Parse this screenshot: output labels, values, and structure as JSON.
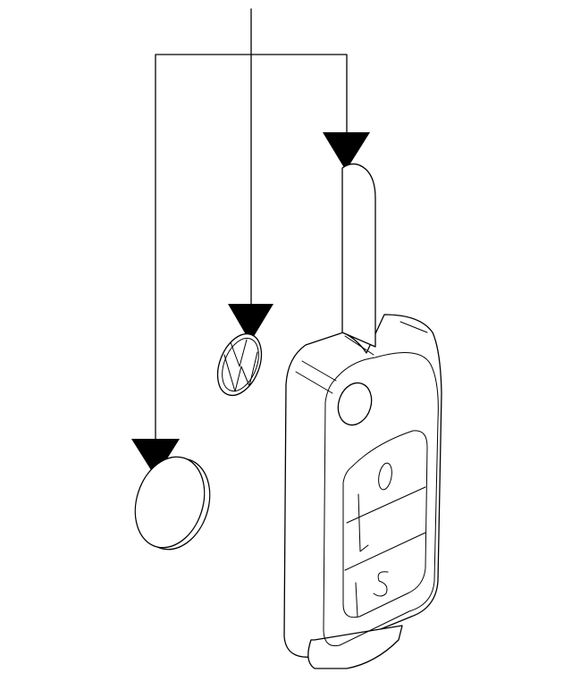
{
  "diagram": {
    "parts": [
      {
        "id": "coin-battery",
        "icon": "coin-battery-icon"
      },
      {
        "id": "vw-emblem",
        "icon": "vw-emblem-icon"
      },
      {
        "id": "flip-key-remote",
        "icon": "flip-key-icon"
      }
    ],
    "colors": {
      "line": "#000000",
      "background": "#ffffff"
    }
  }
}
